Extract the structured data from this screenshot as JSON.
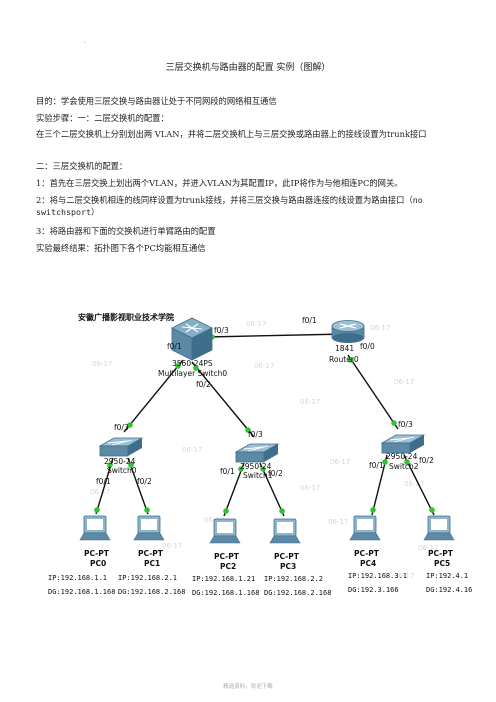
{
  "doc": {
    "top_mark": "·",
    "title": "三层交换机与路由器的配置 实例（图解）",
    "p1": "目的：学会使用三层交换与路由器让处于不同网段的网络相互通信",
    "p2": "实验步骤：一：二层交换机的配置：",
    "p3": "在三个二层交换机上分别划出两 VLAN，并将二层交换机上与三层交换或路由器上的接线设置为trunk接口",
    "p4": "二：三层交换机的配置：",
    "p5": "1：首先在三层交换上划出两个VLAN，并进入VLAN为其配置IP，此IP将作为与他相连PC的网关。",
    "p6_a": "2：将与二层交换机相连的线同样设置为trunk接线，并将三层交换与路由器连接的线设置为路由接口（",
    "p6_code": "no switchsport",
    "p6_b": "）",
    "p7": "3：将路由器和下面的交换机进行单臂路由的配置",
    "p8": "实验最终结果：拓扑图下各个PC均能相互通信",
    "footer": "精选资料，欢迎下载"
  },
  "topology": {
    "school": "安徽广播影视职业技术学院",
    "watermark": "06-17",
    "msw": {
      "model": "3560-24PS",
      "name": "Multilayer Switch0",
      "p_right": "f0/3",
      "p_left": "f0/1",
      "p_down": "f0/2"
    },
    "router": {
      "model": "1841",
      "name": "Router0",
      "p_left": "f0/1",
      "p_down": "f0/0"
    },
    "switches": [
      {
        "model": "2950-24",
        "name": "Switch0",
        "p_up": "f0/3",
        "p_l": "f0/1",
        "p_r": "f0/2"
      },
      {
        "model": "2950-24",
        "name": "Switch1",
        "p_up": "f0/3",
        "p_l": "f0/1",
        "p_r": "f0/2"
      },
      {
        "model": "2950-24",
        "name": "Switch2",
        "p_up": "f0/3",
        "p_l": "f0/1",
        "p_r": "f0/2"
      }
    ],
    "pcs": [
      {
        "type": "PC-PT",
        "name": "PC0",
        "ip": "IP:192.168.1.1",
        "dg": "DG:192.168.1.168"
      },
      {
        "type": "PC-PT",
        "name": "PC1",
        "ip": "IP:192.168.2.1",
        "dg": "DG:192.168.2.168"
      },
      {
        "type": "PC-PT",
        "name": "PC2",
        "ip": "IP:192.168.1.21",
        "dg": "DG:192.168.1.168"
      },
      {
        "type": "PC-PT",
        "name": "PC3",
        "ip": "IP:192.168.2.2",
        "dg": "DG:192.168.2.168"
      },
      {
        "type": "PC-PT",
        "name": "PC4",
        "ip": "IP:192.168.3.1",
        "dg": "DG:192.3.166"
      },
      {
        "type": "PC-PT",
        "name": "PC5",
        "ip": "IP:192.4.1",
        "dg": "DG:192.4.16"
      }
    ]
  }
}
